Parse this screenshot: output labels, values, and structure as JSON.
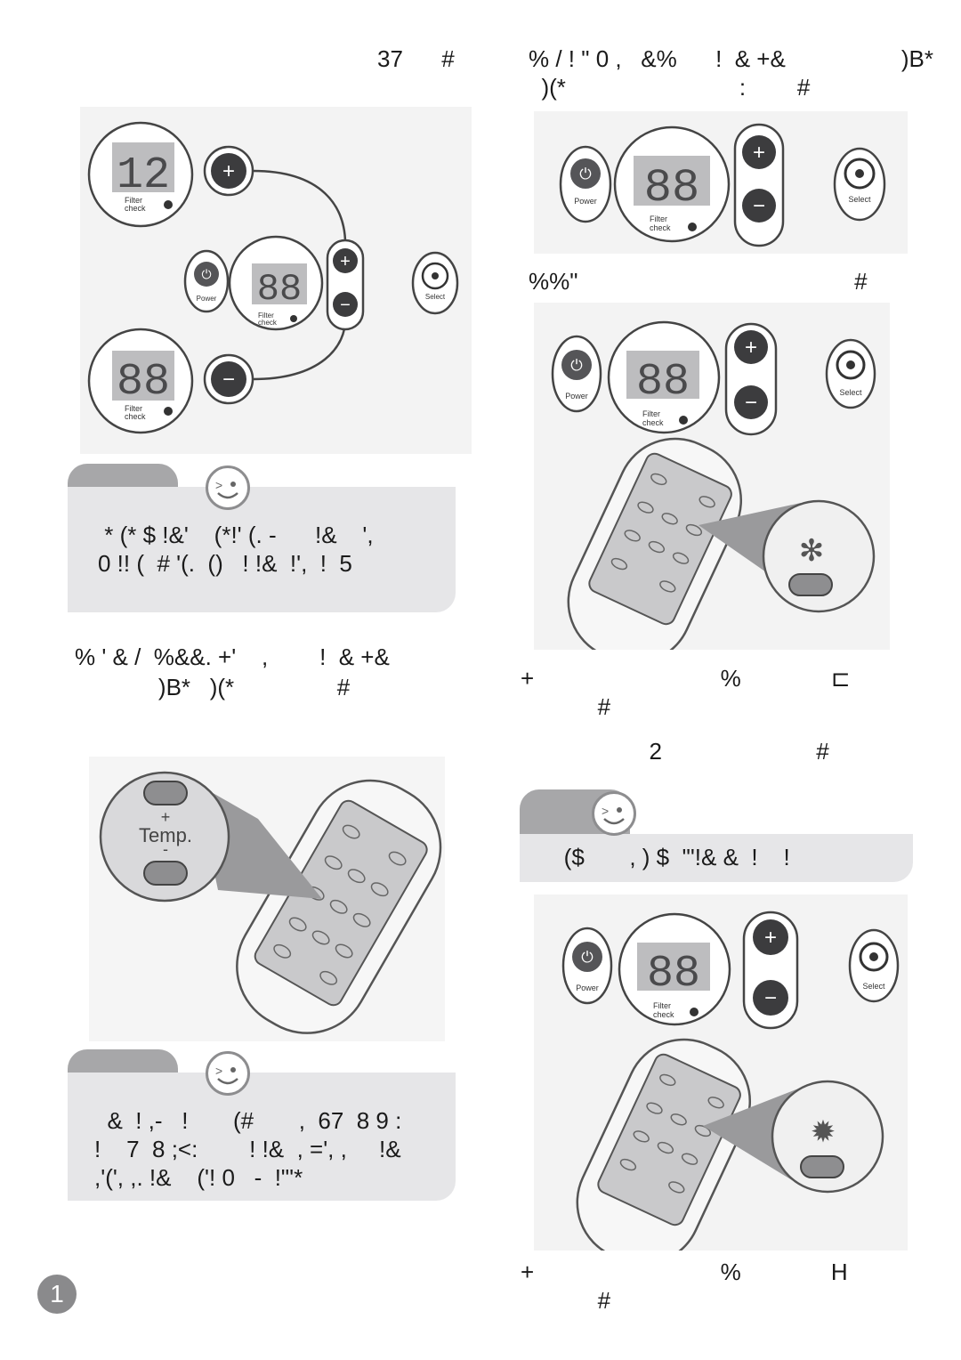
{
  "left_column": {
    "heading_line1": "37      #",
    "note1": {
      "line1": " * (* $ !&'    (*!' (. -      !&    ',",
      "line2": "0 !! (  # '(.  ()   ! !&  !',  !  5"
    },
    "para2_line1": "% ' & /  %&&. +'    ,        !  & +&",
    "para2_line2": "             )B*   )(*                #",
    "remote_temp": {
      "plus": "+",
      "label": "Temp.",
      "minus": "-"
    },
    "note2": {
      "line1": "  &  ! ,-   !       (#       ,  67  8 9 :",
      "line2": "!    7  8 ;<:        ! !&  , =', ,     !&",
      "line3": ",'(', ,. !&    ('! 0   -  !\"'*"
    }
  },
  "right_column": {
    "heading_line1": "% / ! \" 0 ,   &%      !  & +&                  )B*",
    "heading_line2": "  )(*                           :        #",
    "heading2": "%%\"                                           #",
    "caption1_line1": "+                             %              ⊏",
    "caption1_line2": "            #",
    "heading3": "                    2                        #",
    "note3": {
      "line1": "   ($       , ) $  \"'!& &  !    !"
    },
    "caption2_line1": "+                             %              H",
    "caption2_line2": "            #"
  },
  "panel_labels": {
    "power": "Power",
    "select": "Select",
    "filter": "Filter",
    "check": "check",
    "digits_12": "12",
    "digits_88": "88"
  },
  "page_number": "1",
  "colors": {
    "note_tab": "#a7a7a9",
    "note_body": "#e6e6e8",
    "button_dark": "#555558",
    "lcd": "#bdbdbf"
  }
}
